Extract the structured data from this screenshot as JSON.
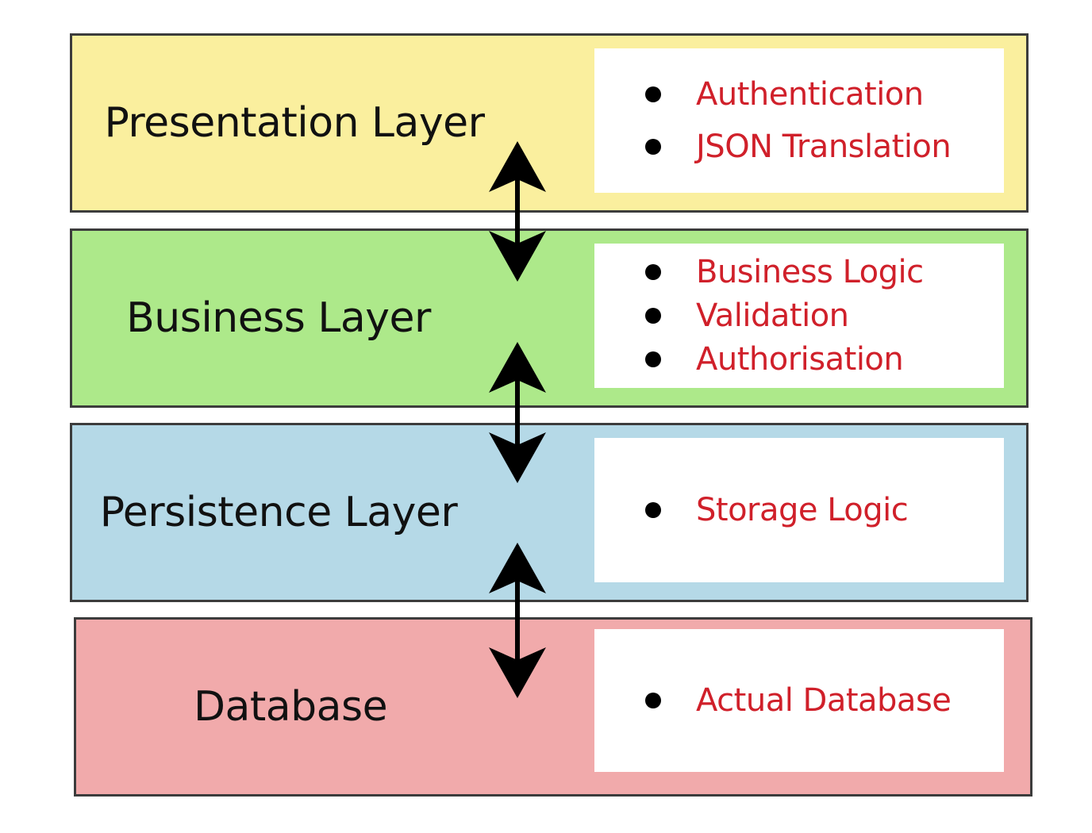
{
  "layers": [
    {
      "title": "Presentation Layer",
      "fill": "#faef9e",
      "items": [
        "Authentication",
        "JSON Translation"
      ]
    },
    {
      "title": "Business Layer",
      "fill": "#ade98a",
      "items": [
        "Business Logic",
        "Validation",
        "Authorisation"
      ]
    },
    {
      "title": "Persistence Layer",
      "fill": "#b5d9e7",
      "items": [
        "Storage Logic"
      ]
    },
    {
      "title": "Database",
      "fill": "#f1aaab",
      "items": [
        "Actual Database"
      ]
    }
  ],
  "colors": {
    "item_text": "#d0202a",
    "border": "#3c3c3c",
    "arrow": "#000000"
  },
  "connectors": {
    "type": "bidirectional-arrow",
    "count": 3
  }
}
